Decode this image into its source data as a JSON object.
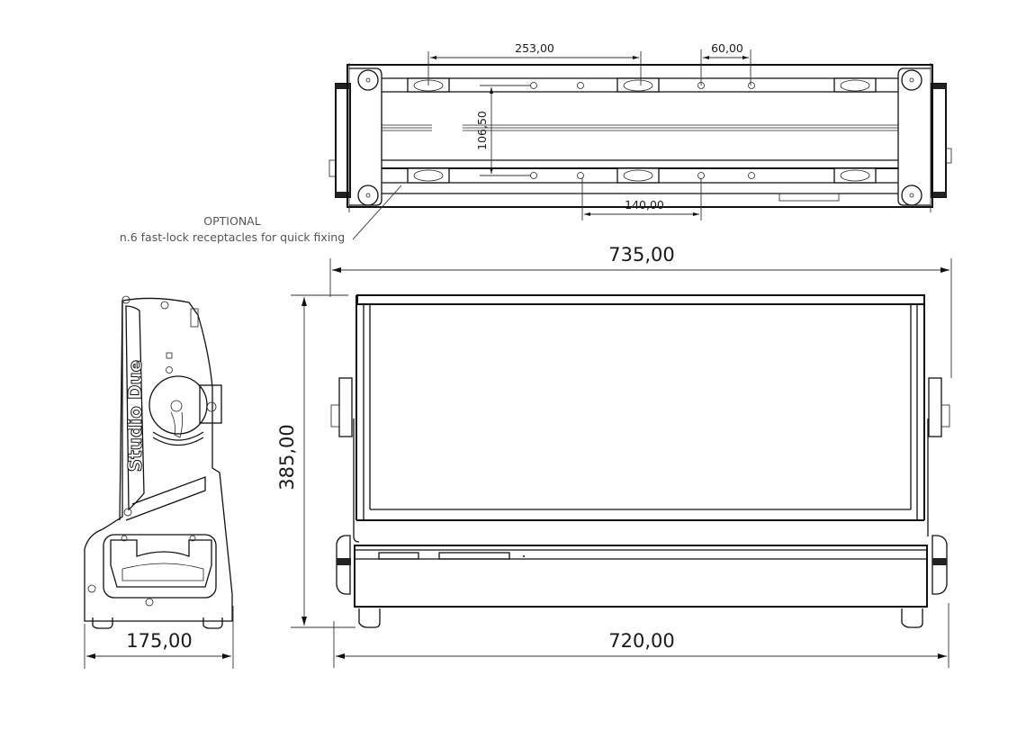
{
  "drawing": {
    "type": "technical dimension drawing",
    "views": [
      "top",
      "side",
      "front"
    ],
    "units": "mm"
  },
  "top_view": {
    "dimensions": {
      "slot_spacing": "253,00",
      "hole_spacing": "60,00",
      "rail_spacing": "106,50",
      "bottom_hole_spacing": "140,00"
    },
    "note": {
      "line1": "OPTIONAL",
      "line2": "n.6 fast-lock receptacles for quick fixing"
    }
  },
  "side_view": {
    "brand_label": "Studio Due",
    "dimensions": {
      "depth": "175,00"
    }
  },
  "front_view": {
    "dimensions": {
      "overall_width": "735,00",
      "body_width": "720,00",
      "height": "385,00"
    }
  },
  "colors": {
    "line": "#111111",
    "note": "#555555",
    "background": "#ffffff"
  }
}
